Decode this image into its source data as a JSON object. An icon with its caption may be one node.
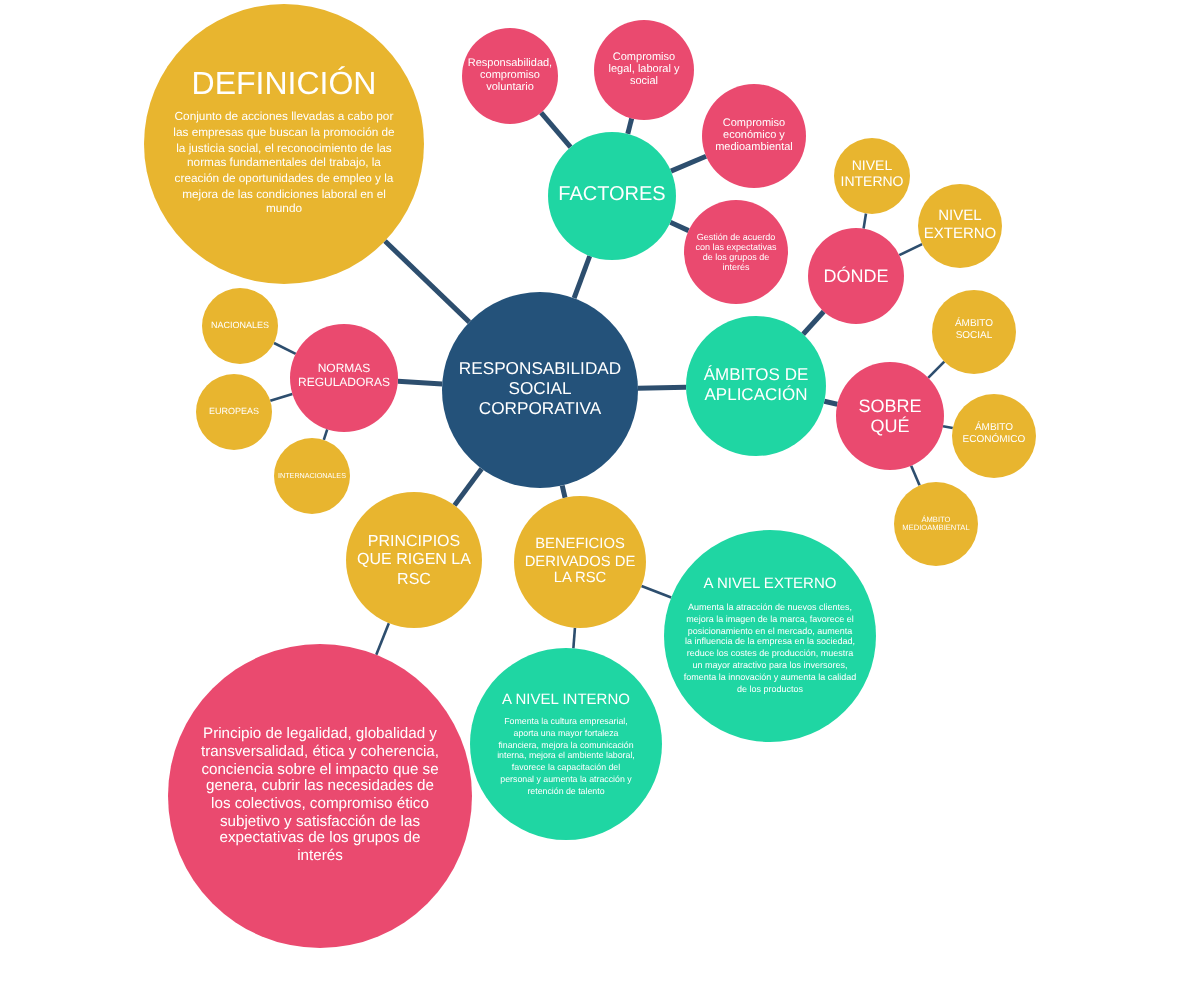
{
  "diagram": {
    "nodes": [
      {
        "text": [
          "RESPONSABILIDAD SOCIAL CORPORATIVA"
        ]
      },
      {
        "text": [
          "DEFINICIÓN",
          "Conjunto de acciones llevadas a cabo por las empresas que buscan la promoción de la justicia social, el reconocimiento de las normas fundamentales del trabajo, la creación de oportunidades de empleo y la mejora de las condiciones laboral en el mundo"
        ]
      },
      {
        "text": [
          "FACTORES"
        ]
      },
      {
        "text": [
          "Responsabilidad, compromiso voluntario"
        ]
      },
      {
        "text": [
          "Compromiso legal, laboral y social"
        ]
      },
      {
        "text": [
          "Compromiso económico y medioambiental"
        ]
      },
      {
        "text": [
          "Gestión de acuerdo con las expectativas de los grupos de interés"
        ]
      },
      {
        "text": [
          "ÁMBITOS DE APLICACIÓN"
        ]
      },
      {
        "text": [
          "DÓNDE"
        ]
      },
      {
        "text": [
          "NIVEL INTERNO"
        ]
      },
      {
        "text": [
          "NIVEL EXTERNO"
        ]
      },
      {
        "text": [
          "SOBRE QUÉ"
        ]
      },
      {
        "text": [
          "ÁMBITO SOCIAL"
        ]
      },
      {
        "text": [
          "ÁMBITO ECONÓMICO"
        ]
      },
      {
        "text": [
          "ÁMBITO MEDIOAMBIENTAL"
        ]
      },
      {
        "text": [
          "NORMAS REGULADORAS"
        ]
      },
      {
        "text": [
          "NACIONALES"
        ]
      },
      {
        "text": [
          "EUROPEAS"
        ]
      },
      {
        "text": [
          "INTERNACIONALES"
        ]
      },
      {
        "text": [
          "PRINCIPIOS QUE RIGEN LA RSC"
        ]
      },
      {
        "text": [
          "Principio de legalidad, globalidad y transversalidad, ética y coherencia, conciencia sobre el impacto que se genera, cubrir las necesidades de los colectivos, compromiso ético subjetivo y satisfacción de las expectativas de los grupos de interés"
        ]
      },
      {
        "text": [
          "BENEFICIOS DERIVADOS DE LA RSC"
        ]
      },
      {
        "text": [
          "A NIVEL EXTERNO",
          "Aumenta la atracción de nuevos clientes, mejora la imagen de la marca, favorece el posicionamiento en el mercado, aumenta la influencia de la empresa en la sociedad, reduce los costes de producción, muestra un mayor atractivo para los inversores, fomenta la innovación y aumenta la calidad de los productos"
        ]
      },
      {
        "text": [
          "A NIVEL INTERNO",
          "Fomenta la cultura empresarial, aporta una mayor fortaleza financiera, mejora la comunicación interna, mejora el ambiente laboral, favorece la capacitación del personal y aumenta la atracción y retención de talento"
        ]
      }
    ],
    "edges": [
      {
        "from": 0,
        "to": 1,
        "arrow": "none"
      },
      {
        "from": 0,
        "to": 2,
        "arrow": "none"
      },
      {
        "from": 2,
        "to": 3,
        "arrow": "none"
      },
      {
        "from": 2,
        "to": 4,
        "arrow": "none"
      },
      {
        "from": 2,
        "to": 5,
        "arrow": "none"
      },
      {
        "from": 2,
        "to": 6,
        "arrow": "none"
      },
      {
        "from": 0,
        "to": 7,
        "arrow": "none"
      },
      {
        "from": 7,
        "to": 8,
        "arrow": "none"
      },
      {
        "from": 8,
        "to": 9,
        "arrow": "none"
      },
      {
        "from": 8,
        "to": 10,
        "arrow": "none"
      },
      {
        "from": 7,
        "to": 11,
        "arrow": "none"
      },
      {
        "from": 11,
        "to": 12,
        "arrow": "none"
      },
      {
        "from": 11,
        "to": 13,
        "arrow": "none"
      },
      {
        "from": 11,
        "to": 14,
        "arrow": "none"
      },
      {
        "from": 0,
        "to": 15,
        "arrow": "none"
      },
      {
        "from": 15,
        "to": 16,
        "arrow": "none"
      },
      {
        "from": 15,
        "to": 17,
        "arrow": "none"
      },
      {
        "from": 15,
        "to": 18,
        "arrow": "none"
      },
      {
        "from": 0,
        "to": 19,
        "arrow": "none"
      },
      {
        "from": 19,
        "to": 20,
        "arrow": "none"
      },
      {
        "from": 0,
        "to": 21,
        "arrow": "none"
      },
      {
        "from": 21,
        "to": 22,
        "arrow": "none"
      },
      {
        "from": 21,
        "to": 23,
        "arrow": "none"
      }
    ]
  }
}
